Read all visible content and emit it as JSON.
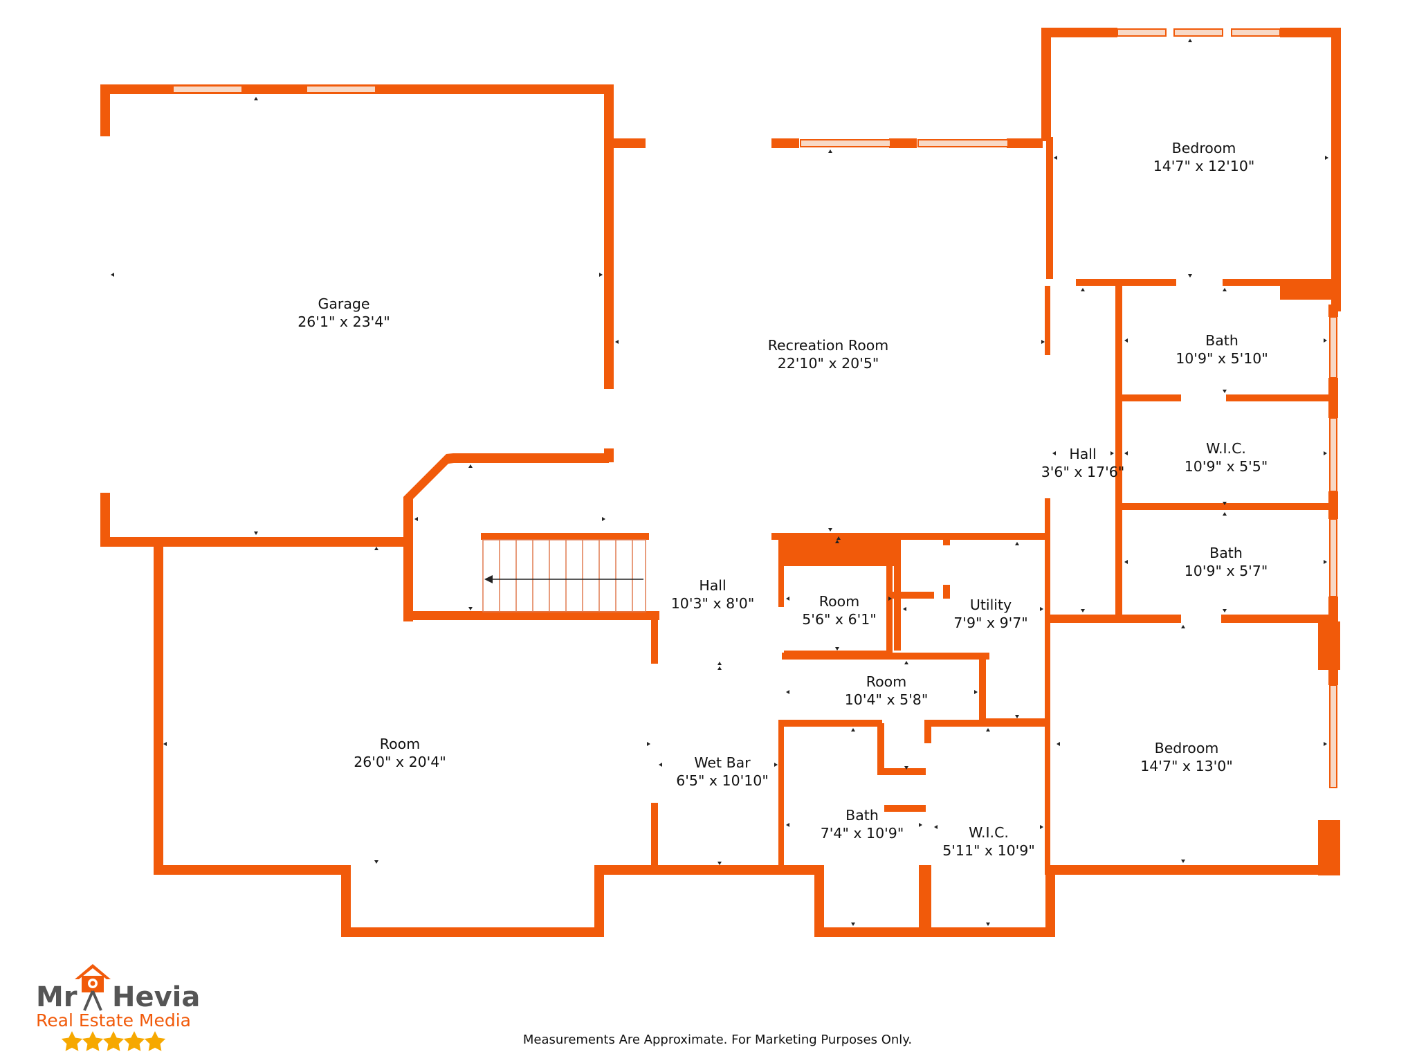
{
  "colors": {
    "wall": "#f15a0a",
    "window": "#f8d9c6",
    "stair": "#e07a50",
    "marker": "#222222",
    "logo_grey": "#555555",
    "star": "#f6a800"
  },
  "rooms": [
    {
      "name": "Garage",
      "dims": "26'1\" x 23'4\""
    },
    {
      "name": "Recreation Room",
      "dims": "22'10\" x 20'5\""
    },
    {
      "name": "Bedroom",
      "dims": "14'7\" x 12'10\""
    },
    {
      "name": "Bath",
      "dims": "10'9\" x 5'10\""
    },
    {
      "name": "W.I.C.",
      "dims": "10'9\" x 5'5\""
    },
    {
      "name": "Hall",
      "dims": "3'6\" x 17'6\""
    },
    {
      "name": "Bath",
      "dims": "10'9\" x 5'7\""
    },
    {
      "name": "Hall",
      "dims": "10'3\" x 8'0\""
    },
    {
      "name": "Room",
      "dims": "5'6\" x 6'1\""
    },
    {
      "name": "Utility",
      "dims": "7'9\" x 9'7\""
    },
    {
      "name": "Room",
      "dims": "10'4\" x 5'8\""
    },
    {
      "name": "Room",
      "dims": "26'0\" x 20'4\""
    },
    {
      "name": "Wet Bar",
      "dims": "6'5\" x 10'10\""
    },
    {
      "name": "Bath",
      "dims": "7'4\" x 10'9\""
    },
    {
      "name": "W.I.C.",
      "dims": "5'11\" x 10'9\""
    },
    {
      "name": "Bedroom",
      "dims": "14'7\" x 13'0\""
    }
  ],
  "footer": {
    "disclaimer": "Measurements Are Approximate. For Marketing Purposes Only."
  },
  "logo": {
    "brand_left": "Mr",
    "brand_right": "Hevia",
    "subtitle": "Real Estate Media",
    "icon": "house-camera-icon",
    "stars": 5
  }
}
